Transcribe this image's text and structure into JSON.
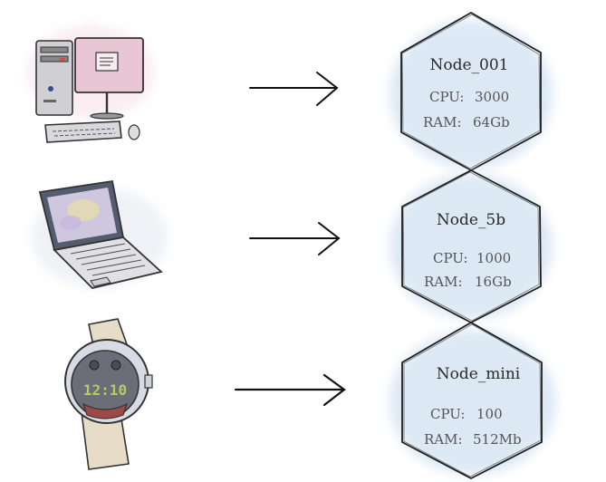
{
  "rows": [
    {
      "device": "desktop-computer",
      "node": {
        "name": "Node_001",
        "cpu_label": "CPU:",
        "cpu_value": "3000",
        "ram_label": "RAM:",
        "ram_value": "64Gb"
      }
    },
    {
      "device": "laptop",
      "node": {
        "name": "Node_5b",
        "cpu_label": "CPU:",
        "cpu_value": "1000",
        "ram_label": "RAM:",
        "ram_value": "16Gb"
      }
    },
    {
      "device": "smartwatch",
      "watch_time": "12:10",
      "node": {
        "name": "Node_mini",
        "cpu_label": "CPU:",
        "cpu_value": "100",
        "ram_label": "RAM:",
        "ram_value": "512Mb"
      }
    }
  ],
  "colors": {
    "hex_fill": "#d7e5f3",
    "ink": "#2a2a2a",
    "desktop_screen": "#e9c6d3",
    "laptop_screen": "#cfc7de",
    "watch_band": "#e6dcc7",
    "watch_face": "#6b6e78",
    "watch_digits": "#b9c964"
  }
}
